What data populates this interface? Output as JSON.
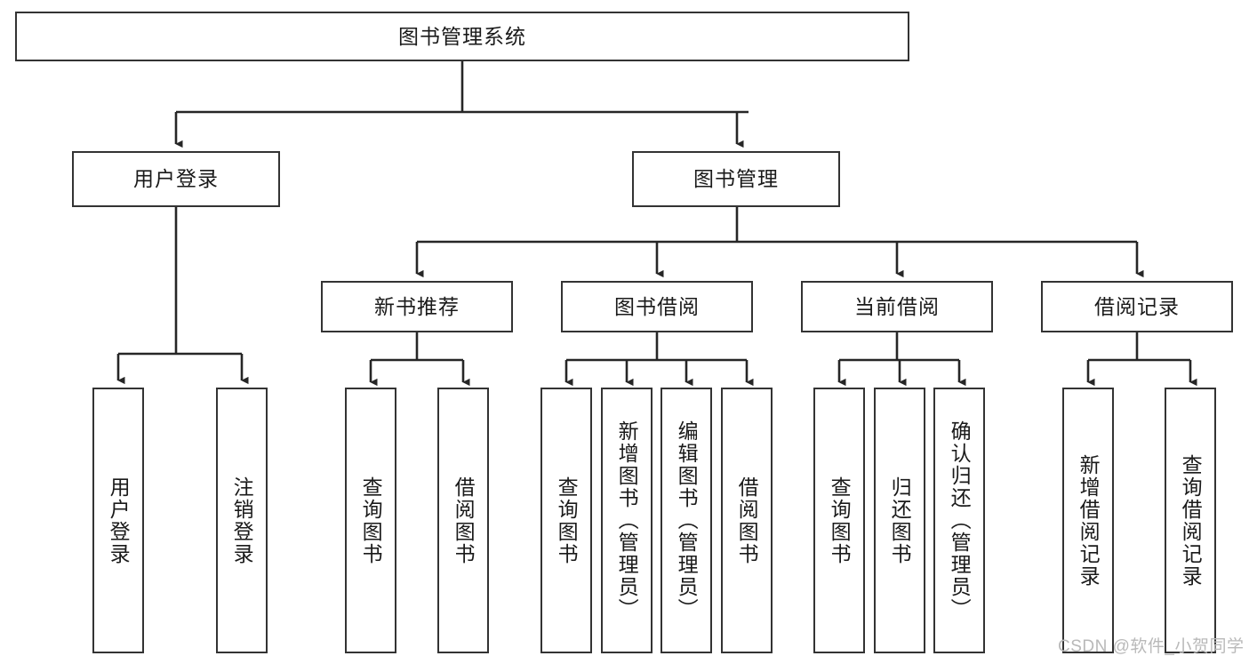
{
  "diagram": {
    "title": "图书管理系统",
    "watermark": "CSDN @软件_小贺同学",
    "style": {
      "border_color": "#333333",
      "text_color": "#1a1a1a",
      "background": "#ffffff",
      "edge_color": "#262626",
      "watermark_color": "#b9b9b9"
    },
    "nodes": {
      "root": {
        "label": "图书管理系统"
      },
      "level2": [
        {
          "id": "user-login",
          "label": "用户登录"
        },
        {
          "id": "book-manage",
          "label": "图书管理"
        }
      ],
      "level3": [
        {
          "id": "new-book-recommend",
          "label": "新书推荐"
        },
        {
          "id": "book-borrow",
          "label": "图书借阅"
        },
        {
          "id": "current-borrow",
          "label": "当前借阅"
        },
        {
          "id": "borrow-record",
          "label": "借阅记录"
        }
      ],
      "leaves": {
        "user_login": [
          {
            "id": "leaf-user-login",
            "label": "用户登录"
          },
          {
            "id": "leaf-logout",
            "label": "注销登录"
          }
        ],
        "new_book_recommend": [
          {
            "id": "leaf-query-book-1",
            "label": "查询图书"
          },
          {
            "id": "leaf-borrow-book-1",
            "label": "借阅图书"
          }
        ],
        "book_borrow": [
          {
            "id": "leaf-query-book-2",
            "label": "查询图书"
          },
          {
            "id": "leaf-add-book",
            "label": "新增图书（管理员）"
          },
          {
            "id": "leaf-edit-book",
            "label": "编辑图书（管理员）"
          },
          {
            "id": "leaf-borrow-book-2",
            "label": "借阅图书"
          }
        ],
        "current_borrow": [
          {
            "id": "leaf-query-book-3",
            "label": "查询图书"
          },
          {
            "id": "leaf-return-book",
            "label": "归还图书"
          },
          {
            "id": "leaf-confirm-return",
            "label": "确认归还（管理员）"
          }
        ],
        "borrow_record": [
          {
            "id": "leaf-add-record",
            "label": "新增借阅记录"
          },
          {
            "id": "leaf-query-record",
            "label": "查询借阅记录"
          }
        ]
      }
    }
  }
}
